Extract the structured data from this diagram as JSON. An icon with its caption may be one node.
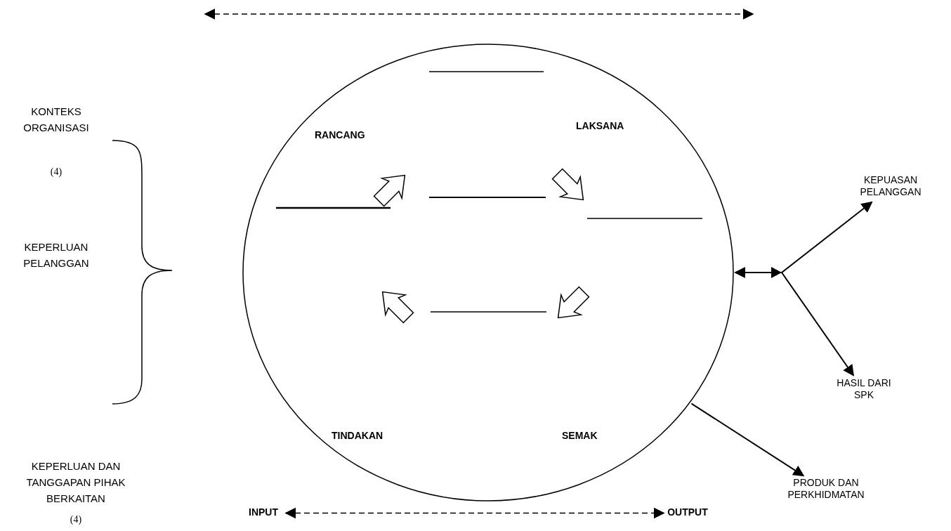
{
  "diagram": {
    "nodes": [
      {
        "text": [
          "RANCANG",
          "LAKSANA",
          "TINDAKAN",
          "SEMAK"
        ]
      },
      {
        "text": [
          "KEPUASAN PELANGGAN"
        ]
      },
      {
        "text": [
          "HASIL DARI SPK"
        ]
      },
      {
        "text": [
          "PRODUK DAN PERKHIDMATAN"
        ]
      },
      {
        "text": [
          "INPUT"
        ]
      },
      {
        "text": [
          "OUTPUT"
        ]
      }
    ],
    "edges": [
      {
        "from": 0,
        "to": 1,
        "arrow": "both"
      },
      {
        "from": 0,
        "to": 2,
        "arrow": "both"
      },
      {
        "from": 0,
        "to": 3,
        "arrow": "to"
      },
      {
        "from": 4,
        "to": 5,
        "arrow": "both",
        "style": "dashed"
      }
    ],
    "labels": [
      "KONTEKS ORGANISASI",
      "(4)",
      "KEPERLUAN PELANGGAN",
      "KEPERLUAN DAN TANGGAPAN PIHAK BERKAITAN",
      "(4)"
    ]
  }
}
